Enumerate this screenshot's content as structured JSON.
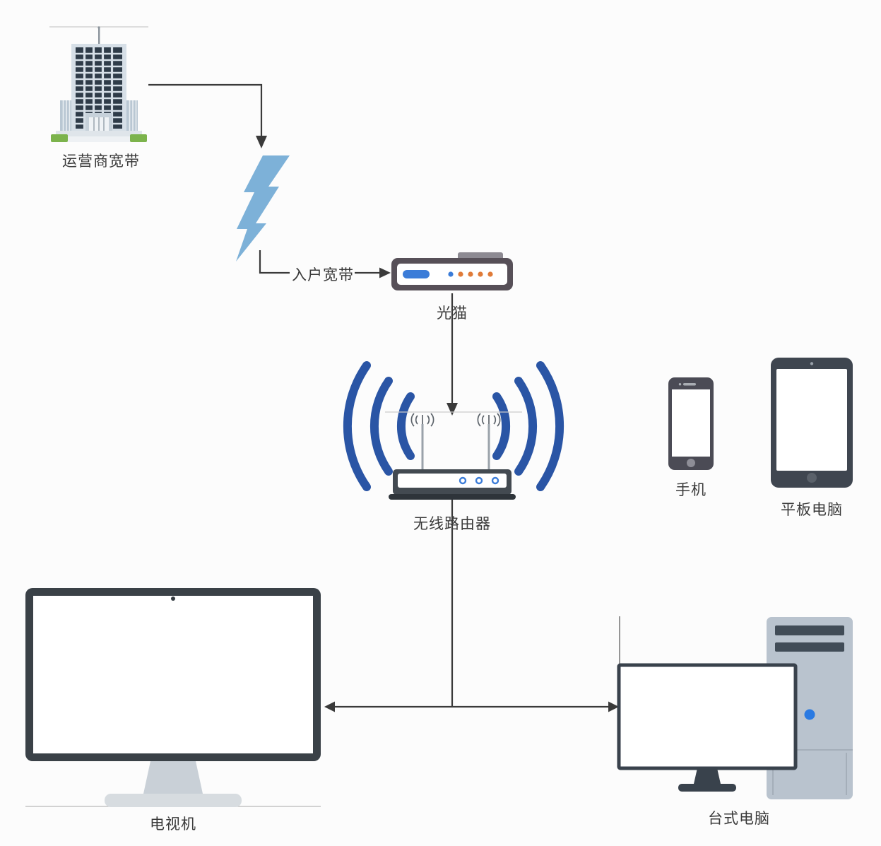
{
  "diagram": {
    "type": "home-network-topology",
    "background_color": "#fcfcfc",
    "line_color": "#3a3a3a",
    "nodes": [
      {
        "id": "isp",
        "label": "运营商宽带",
        "icon": "office-building-icon"
      },
      {
        "id": "modem",
        "label": "光猫",
        "icon": "modem-icon"
      },
      {
        "id": "router",
        "label": "无线路由器",
        "icon": "wireless-router-icon"
      },
      {
        "id": "phone",
        "label": "手机",
        "icon": "smartphone-icon"
      },
      {
        "id": "tablet",
        "label": "平板电脑",
        "icon": "tablet-icon"
      },
      {
        "id": "tv",
        "label": "电视机",
        "icon": "tv-icon"
      },
      {
        "id": "desktop",
        "label": "台式电脑",
        "icon": "desktop-computer-icon"
      }
    ],
    "symbols": [
      {
        "id": "lightning",
        "icon": "lightning-bolt-icon"
      }
    ],
    "edge_labels": {
      "access": "入户宽带"
    },
    "edges": [
      {
        "from": "isp",
        "to": "lightning",
        "arrow": true
      },
      {
        "from": "lightning",
        "to": "modem",
        "label": "入户宽带",
        "arrow": true
      },
      {
        "from": "modem",
        "to": "router",
        "arrow": true
      },
      {
        "from": "router",
        "to": "tv",
        "arrow": true
      },
      {
        "from": "router",
        "to": "desktop",
        "arrow": true
      }
    ],
    "colors": {
      "lightning": "#7db1d8",
      "wifi_arc": "#2a55a5",
      "device_frame_dark": "#39424c",
      "modem_body": "#575058",
      "tower_body": "#b9c3ce",
      "accent_blue": "#2a7ae2",
      "indicator_blue": "#3b7cd8",
      "indicator_orange": "#e07b39",
      "bush_green": "#7cb34c",
      "stand_gray": "#c9d0d7"
    }
  }
}
